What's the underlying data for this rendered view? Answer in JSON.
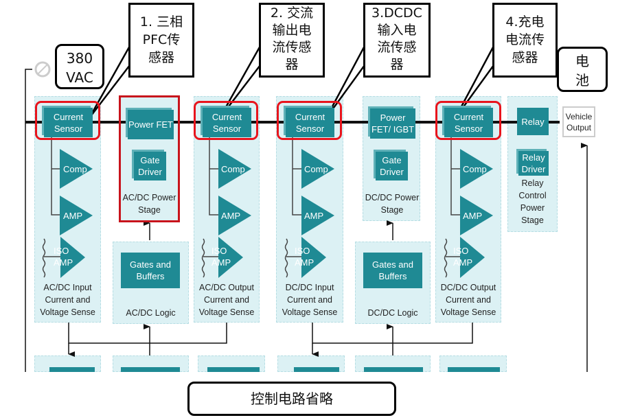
{
  "callouts": {
    "c1": "1. 三相\nPFC传\n感器",
    "c2": "2. 交流\n输出电\n流传感\n器",
    "c3": "3.DCDC\n输入电\n流传感\n器",
    "c4": "4.充电\n电流传\n感器",
    "vac": "380\nVAC",
    "battery": "电\n池",
    "control": "控制电路省略"
  },
  "blocks": {
    "current_sensor": "Current Sensor",
    "comp": "Comp",
    "amp": "AMP",
    "iso_amp": "ISO AMP",
    "power_fet": "Power FET",
    "power_fet_igbt": "Power FET/ IGBT",
    "gate_driver": "Gate Driver",
    "gates_buffers": "Gates and Buffers",
    "relay": "Relay",
    "relay_driver": "Relay Driver",
    "vehicle_output": "Vehicle Output"
  },
  "stage_labels": {
    "acdc_input": "AC/DC Input\nCurrent and\nVoltage Sense",
    "acdc_power": "AC/DC Power\nStage",
    "acdc_logic": "AC/DC Logic",
    "acdc_output": "AC/DC Output\nCurrent and\nVoltage Sense",
    "dcdc_input": "DC/DC Input\nCurrent and\nVoltage Sense",
    "dcdc_power": "DC/DC Power\nStage",
    "dcdc_logic": "DC/DC Logic",
    "dcdc_output": "DC/DC Output\nCurrent and\nVoltage Sense",
    "relay_stage": "Relay\nControl\nPower\nStage"
  },
  "colors": {
    "teal": "#1f8a94",
    "panel": "#dcf1f4",
    "highlight": "#e8141c"
  }
}
